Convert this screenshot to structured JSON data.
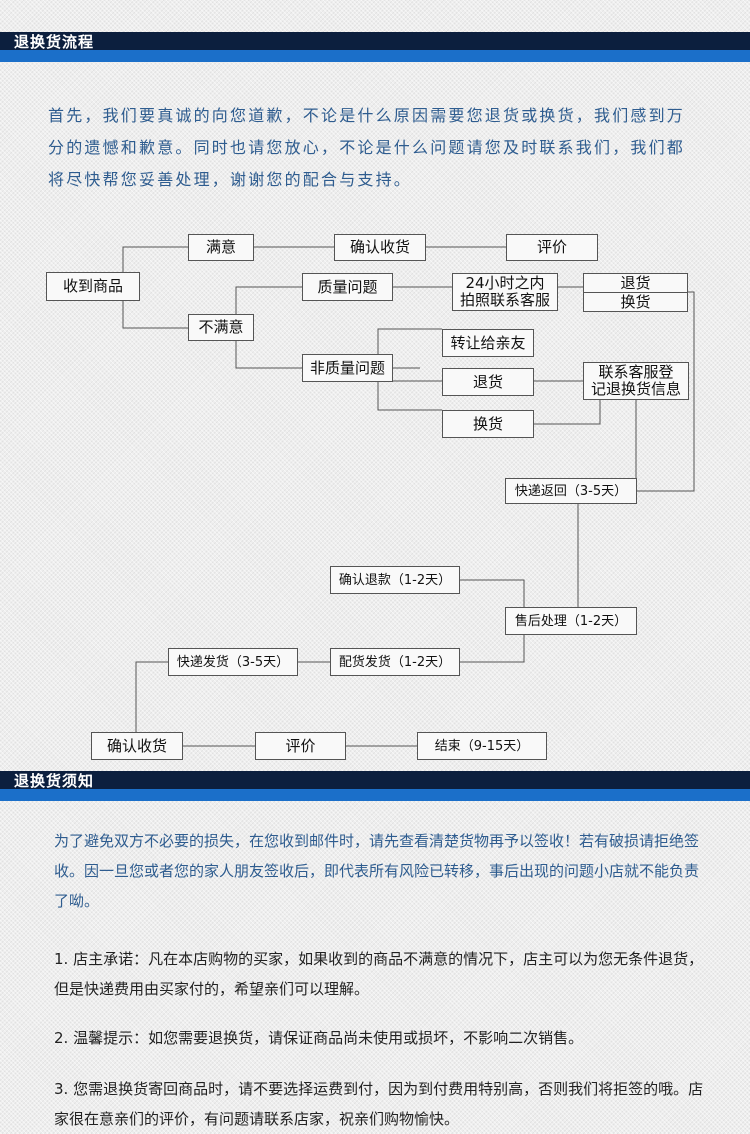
{
  "section1": {
    "title": "退换货流程",
    "intro": "首先，我们要真诚的向您道歉，不论是什么原因需要您退货或换货，我们感到万分的遗憾和歉意。同时也请您放心，不论是什么问题请您及时联系我们，我们都将尽快帮您妥善处理，谢谢您的配合与支持。"
  },
  "flow": {
    "receive": "收到商品",
    "satisfied": "满意",
    "confirm_receipt_1": "确认收货",
    "review_1": "评价",
    "unsatisfied": "不满意",
    "quality_issue": "质量问题",
    "within_24h_line1": "24小时之内",
    "within_24h_line2": "拍照联系客服",
    "return_1": "退货",
    "exchange_1": "换货",
    "non_quality_issue": "非质量问题",
    "transfer_friend": "转让给亲友",
    "return_2": "退货",
    "exchange_2": "换货",
    "register_line1": "联系客服登",
    "register_line2": "记退换货信息",
    "ship_back": "快递返回（3-5天）",
    "confirm_refund": "确认退款（1-2天）",
    "after_sales": "售后处理（1-2天）",
    "ship_goods": "快递发货（3-5天）",
    "prepare_goods": "配货发货（1-2天）",
    "confirm_receipt_2": "确认收货",
    "review_2": "评价",
    "end": "结束（9-15天）"
  },
  "section2": {
    "title": "退换货须知",
    "notice": "为了避免双方不必要的损失，在您收到邮件时，请先查看清楚货物再予以签收！若有破损请拒绝签收。因一旦您或者您的家人朋友签收后，即代表所有风险已转移，事后出现的问题小店就不能负责了呦。",
    "rule1": "1. 店主承诺：凡在本店购物的买家，如果收到的商品不满意的情况下，店主可以为您无条件退货，但是快递费用由买家付的，希望亲们可以理解。",
    "rule2": "2. 温馨提示：如您需要退换货，请保证商品尚未使用或损坏，不影响二次销售。",
    "rule3": "3. 您需退换货寄回商品时，请不要选择运费到付，因为到付费用特别高，否则我们将拒签的哦。店家很在意亲们的评价，有问题请联系店家，祝亲们购物愉快。"
  },
  "colors": {
    "banner_dark": "#0c1f3e",
    "banner_blue": "#1b6fc9",
    "intro_text": "#2e5c8f"
  }
}
